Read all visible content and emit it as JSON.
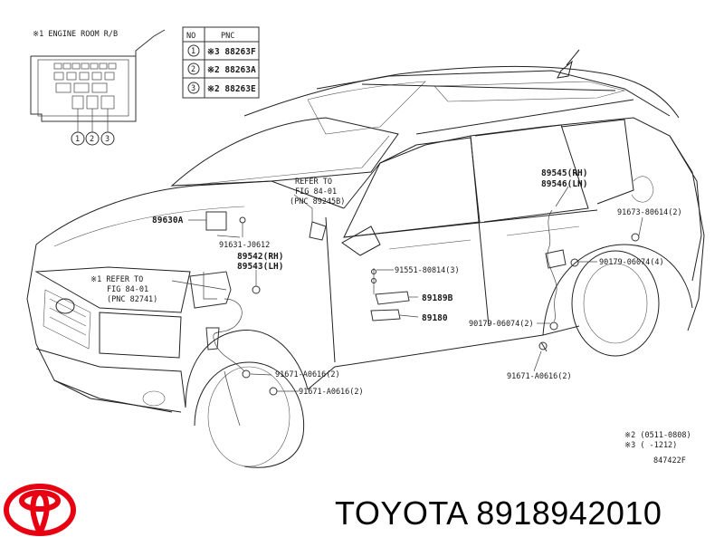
{
  "engine_room": {
    "title": "※1 ENGINE ROOM R/B",
    "callouts": [
      "1",
      "2",
      "3"
    ]
  },
  "pnc_table": {
    "headers": [
      "NO",
      "PNC"
    ],
    "rows": [
      {
        "no": "1",
        "pnc": "※3 88263F"
      },
      {
        "no": "2",
        "pnc": "※2 88263A"
      },
      {
        "no": "3",
        "pnc": "※2 88263E"
      }
    ]
  },
  "labels": {
    "refer_1": "REFER TO",
    "refer_1b": "FIG 84-01",
    "refer_1c": "(PNC 89245B)",
    "p89630a": "89630A",
    "p91631": "91631-J0612",
    "p89542": "89542(RH)",
    "p89543": "89543(LH)",
    "refer_2": "※1 REFER TO",
    "refer_2b": "FIG 84-01",
    "refer_2c": "(PNC 82741)",
    "p91551": "91551-80814(3)",
    "p89189b": "89189B",
    "p89180": "89180",
    "p90179a": "90179-06074(2)",
    "p89545": "89545(RH)",
    "p89546": "89546(LH)",
    "p91673": "91673-80614(2)",
    "p90179b": "90179-06074(4)",
    "p91671a": "91671-A0616(2)",
    "p91671b": "91671-A0616(2)",
    "p91671c": "91671-A0616(2)"
  },
  "notes": {
    "note2": "※2 (0511-0808)",
    "note3": "※3 (      -1212)",
    "fig_no": "847422F"
  },
  "brand": {
    "text": "TOYOTA 8918942010",
    "logo_color": "#e60012"
  }
}
